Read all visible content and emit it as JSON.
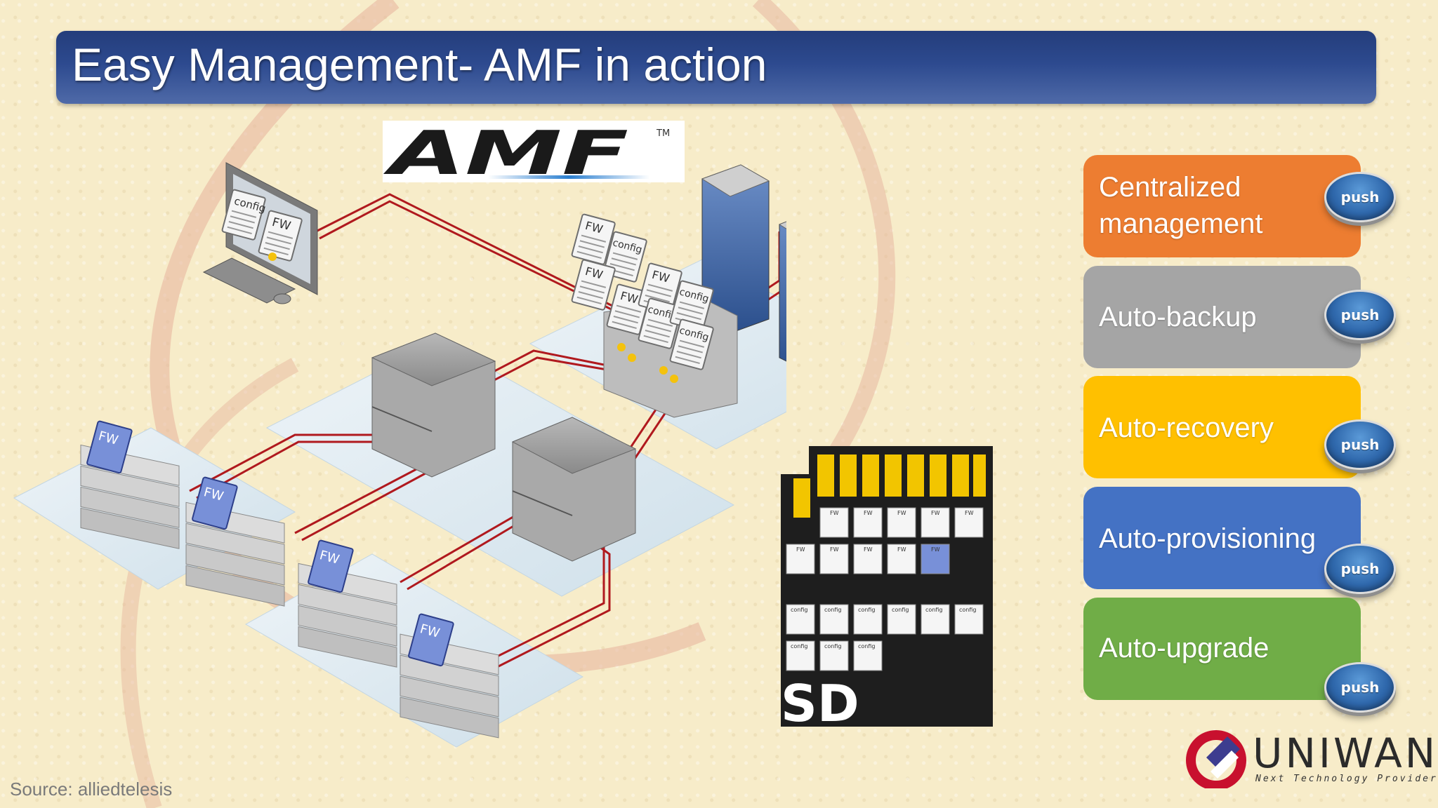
{
  "slide": {
    "title": "Easy Management- AMF in action",
    "source": "Source: alliedtelesis"
  },
  "logo": {
    "text": "AMF",
    "trademark": "TM"
  },
  "diagram": {
    "doc_fw": "FW",
    "doc_config": "config"
  },
  "sd_card": {
    "label": "SD",
    "fw_label": "FW",
    "config_label": "config"
  },
  "features": [
    {
      "label_line1": "Centralized",
      "label_line2": "management",
      "color": "#ed7d31",
      "button": "push"
    },
    {
      "label": "Auto-backup",
      "color": "#a5a5a5",
      "button": "push"
    },
    {
      "label": "Auto-recovery",
      "color": "#ffc000",
      "button": "push"
    },
    {
      "label": "Auto-provisioning",
      "color": "#4472c4",
      "button": "push"
    },
    {
      "label": "Auto-upgrade",
      "color": "#70ad47",
      "button": "push"
    }
  ],
  "brand": {
    "name": "UNIWAN",
    "tagline": "Next Technology Provider",
    "accent": "#c8102e",
    "secondary": "#3d3d8f"
  },
  "colors": {
    "title_bar": "#2d4a8f",
    "link_red": "#b0191e"
  }
}
